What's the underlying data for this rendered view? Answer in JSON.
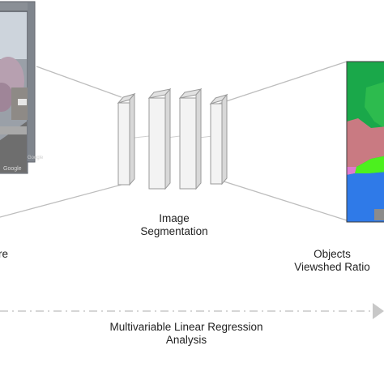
{
  "labels": {
    "left_cut": "re",
    "segmentation_line1": "Image",
    "segmentation_line2": "Segmentation",
    "ratio_line1": "Objects",
    "ratio_line2": "Viewshed Ratio",
    "regression_line1": "Multivariable Linear Regression",
    "regression_line2": "Analysis"
  },
  "photo_watermarks": [
    "Google",
    "Google"
  ],
  "colors": {
    "line_gray": "#bdbdbd",
    "panel_fill": "#f3f3f3",
    "panel_edge": "#9a9a9a",
    "seg_vegetation": "#1aa84a",
    "seg_mid_green": "#7fdc2a",
    "seg_building": "#c97a82",
    "seg_road": "#2f7ae8",
    "seg_pink": "#e07ad0",
    "seg_bright_green": "#4cf01e",
    "arrow_gray": "#c8c8c8"
  }
}
